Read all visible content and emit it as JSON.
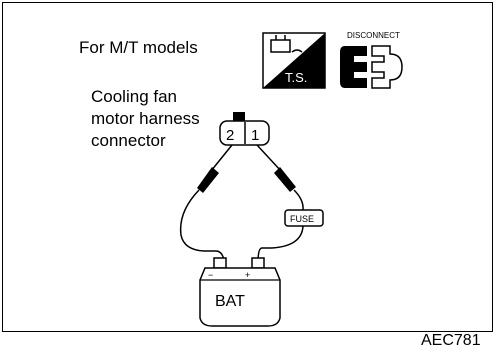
{
  "diagram": {
    "model_label": "For M/T models",
    "connector_label_lines": [
      "Cooling fan",
      "motor harness",
      "connector"
    ],
    "pin_labels": [
      "2",
      "1"
    ],
    "fuse_label": "FUSE",
    "battery_label": "BAT",
    "ts_icon_label": "T.S.",
    "disconnect_label": "DISCONNECT",
    "figure_code": "AEC781"
  }
}
